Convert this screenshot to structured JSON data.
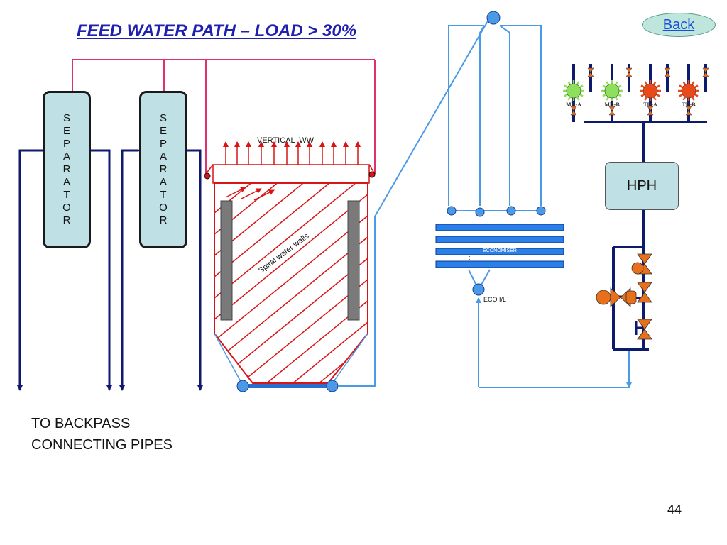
{
  "title": "FEED  WATER  PATH – LOAD > 30%",
  "back_button": "Back",
  "separator_label": [
    "S",
    "E",
    "P",
    "A",
    "R",
    "A",
    "T",
    "O",
    "R"
  ],
  "vertical_ww_label": "VERTICAL  WW",
  "spiral_label": "Spiral water walls",
  "economiser_label": "ECONOMISER",
  "eco_il_label": "ECO I/L",
  "hph_label": "HPH",
  "pumps": [
    {
      "label": "MD-A",
      "color": "#8ee05a"
    },
    {
      "label": "MD-B",
      "color": "#8ee05a"
    },
    {
      "label": "TD-A",
      "color": "#e84a1a"
    },
    {
      "label": "TD-B",
      "color": "#e84a1a"
    }
  ],
  "backpass_text": [
    "TO BACKPASS",
    "CONNECTING PIPES"
  ],
  "page_number": "44",
  "colors": {
    "navy": "#0d1a6e",
    "pink": "#e0306e",
    "red": "#d81414",
    "blue": "#4a9ae8",
    "title": "#1f1fb0"
  }
}
